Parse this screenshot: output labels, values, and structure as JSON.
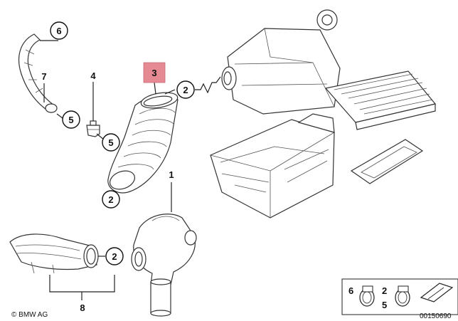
{
  "callouts": {
    "c6": "6",
    "c7": "7",
    "c5a": "5",
    "c4": "4",
    "c5b": "5",
    "c3": "3",
    "c2a": "2",
    "c2b": "2",
    "c1": "1",
    "c2c": "2",
    "c8": "8"
  },
  "legend": {
    "num_6": "6",
    "num_2": "2",
    "num_5": "5"
  },
  "footer": {
    "logo": "© BMW AG",
    "code": "00150690"
  },
  "colors": {
    "highlight": "#e58a93",
    "line": "#222222"
  }
}
